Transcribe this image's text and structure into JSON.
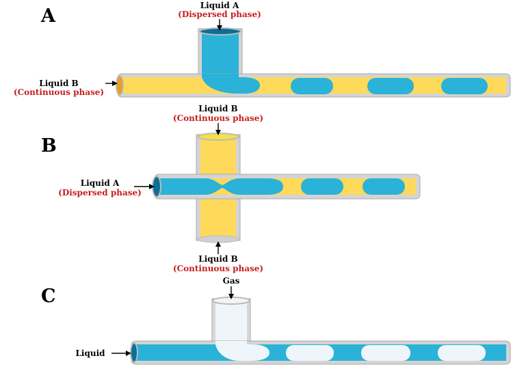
{
  "colors": {
    "continuous_fill": "#ffd95a",
    "dispersed_fill": "#2ab2d8",
    "gas_fill": "#eef6fc",
    "tube_wall": "#c9c9c9",
    "phase_text": "#c41e1e"
  },
  "panels": [
    {
      "letter": "A",
      "top_label": "Liquid A",
      "top_phase": "(Dispersed phase)",
      "left_label": "Liquid B",
      "left_phase": "(Continuous phase)"
    },
    {
      "letter": "B",
      "top_label": "Liquid B",
      "top_phase": "(Continuous phase)",
      "left_label": "Liquid A",
      "left_phase": "(Dispersed phase)",
      "bottom_label": "Liquid B",
      "bottom_phase": "(Continuous phase)"
    },
    {
      "letter": "C",
      "top_label": "Gas",
      "left_label": "Liquid"
    }
  ]
}
